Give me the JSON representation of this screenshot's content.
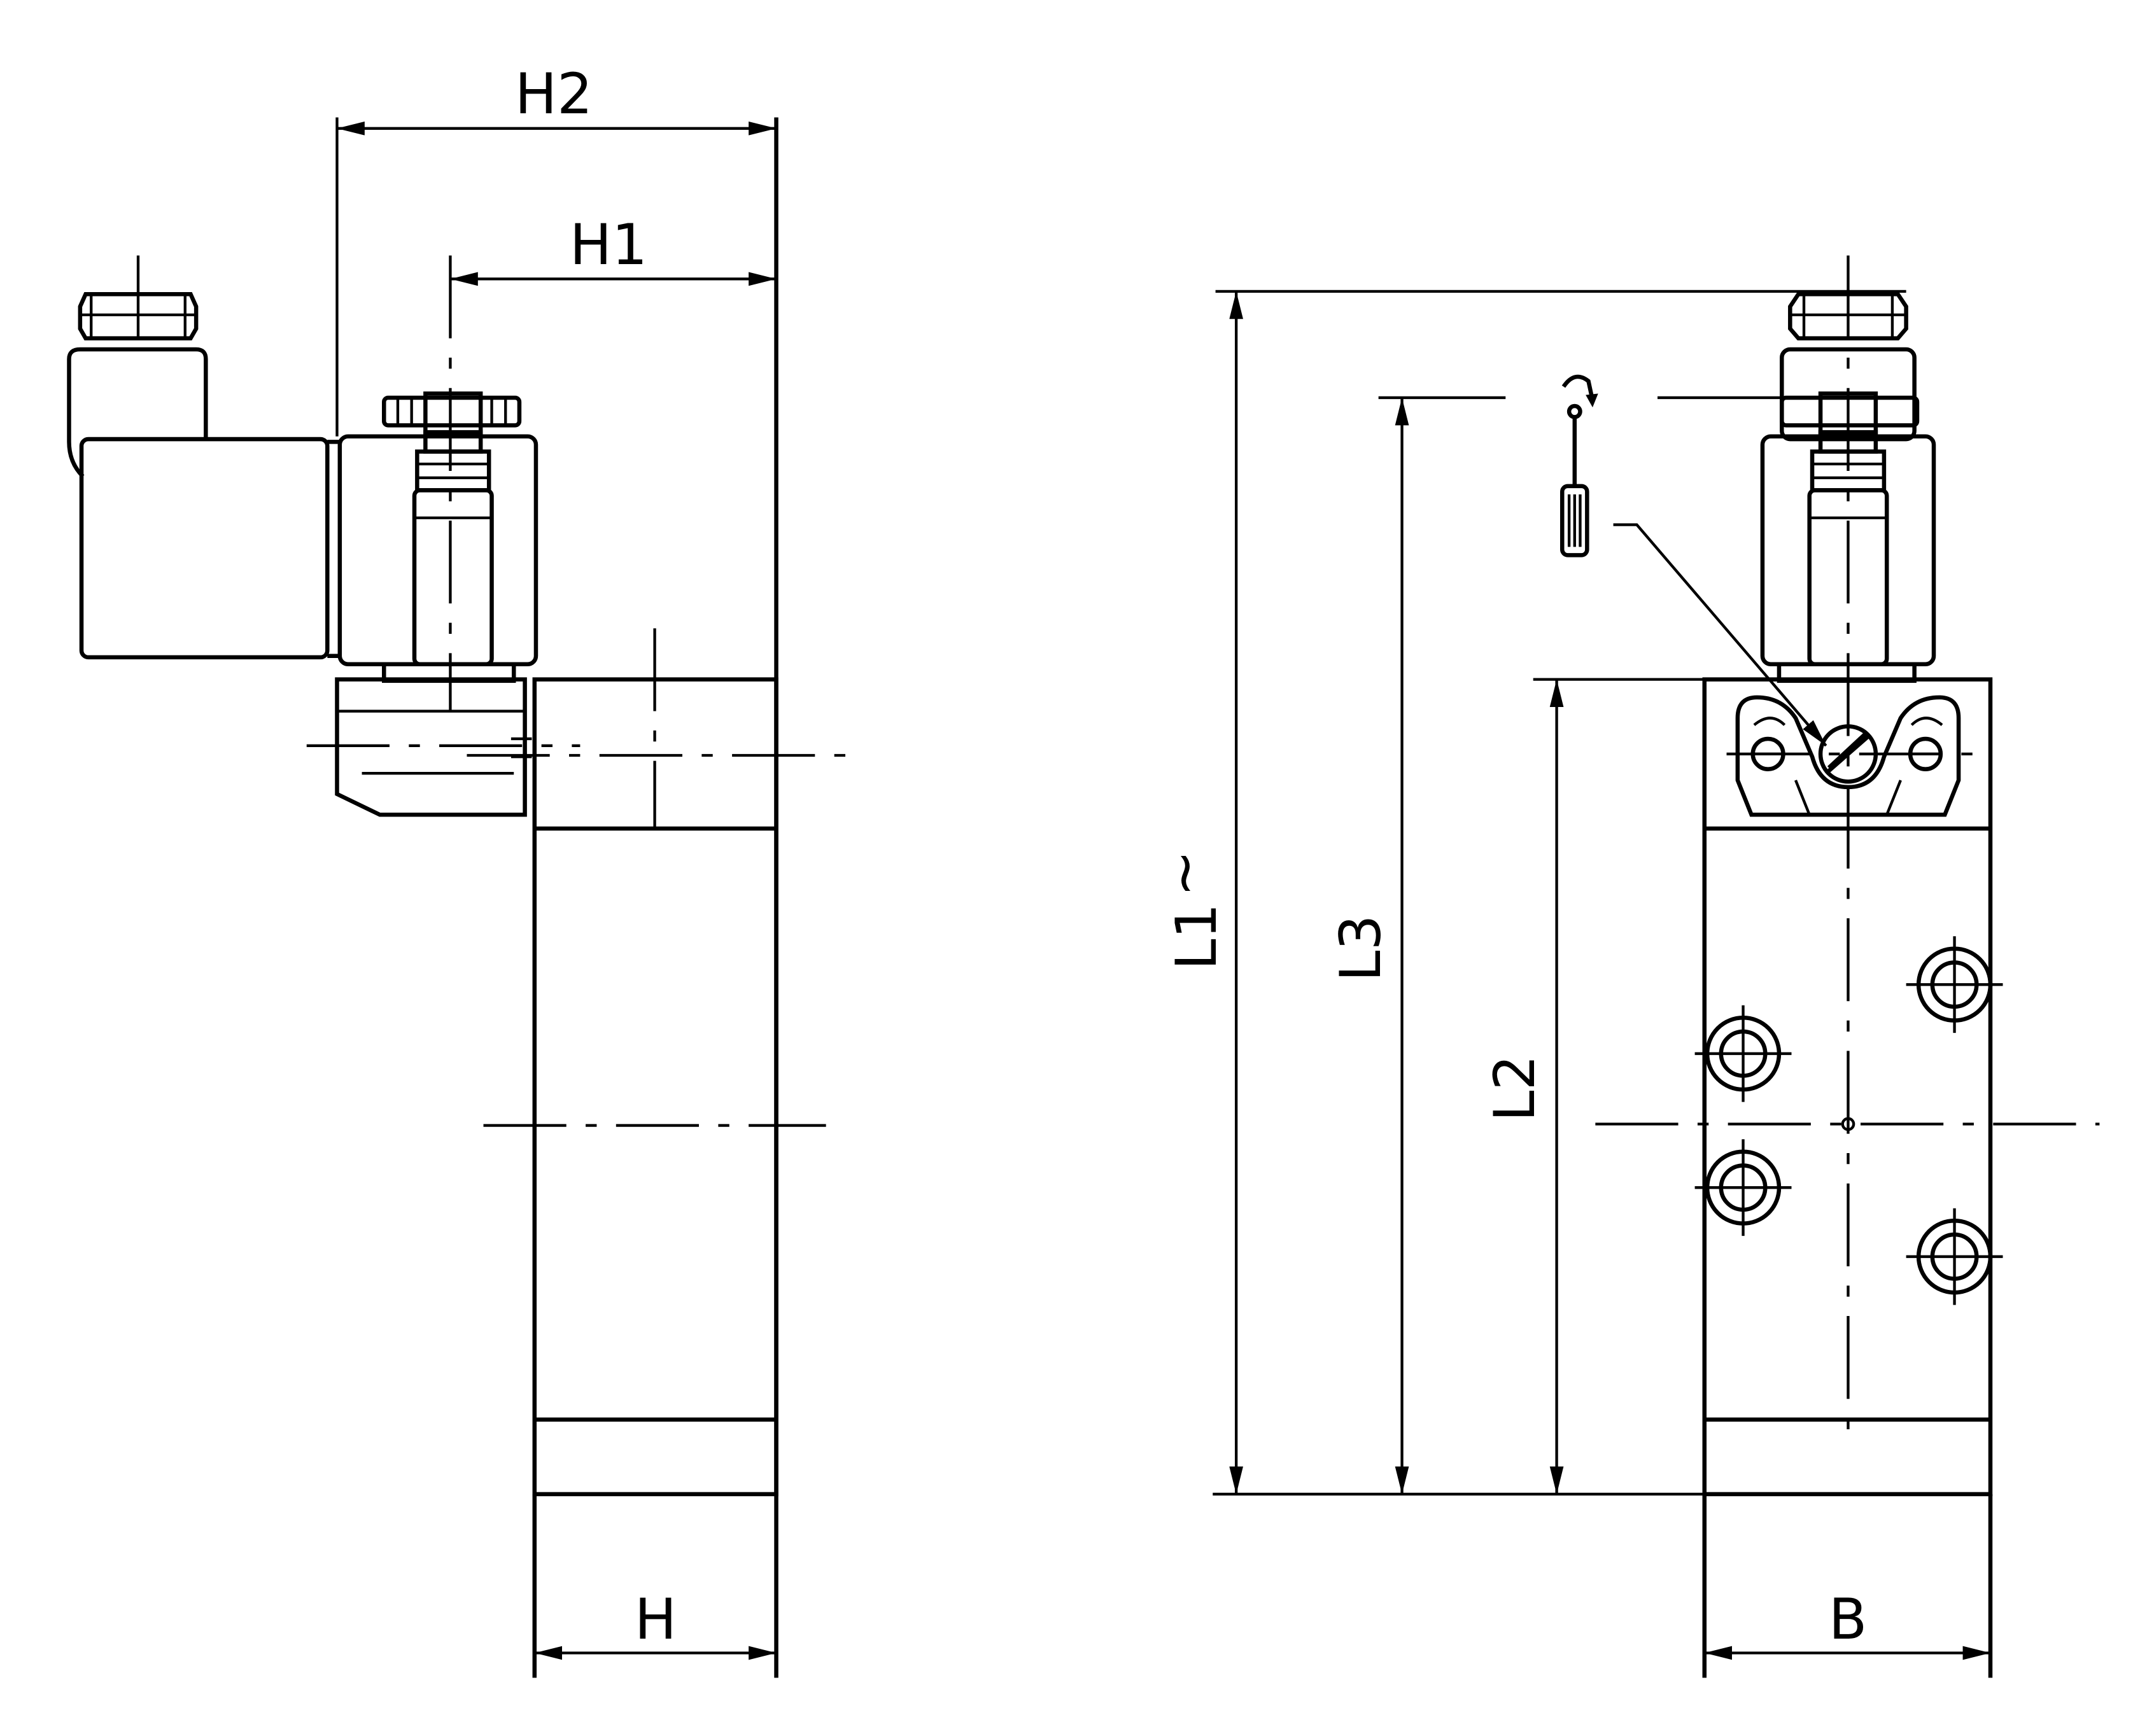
{
  "dimensions": {
    "h2": "H2",
    "h1": "H1",
    "h": "H",
    "l1": "L1",
    "l1_suffix": "~",
    "l3": "L3",
    "l2": "L2",
    "b": "B"
  },
  "colors": {
    "line": "#000000",
    "background": "#ffffff"
  },
  "icons": [
    "screwdriver-icon",
    "rotation-arrow-icon"
  ]
}
